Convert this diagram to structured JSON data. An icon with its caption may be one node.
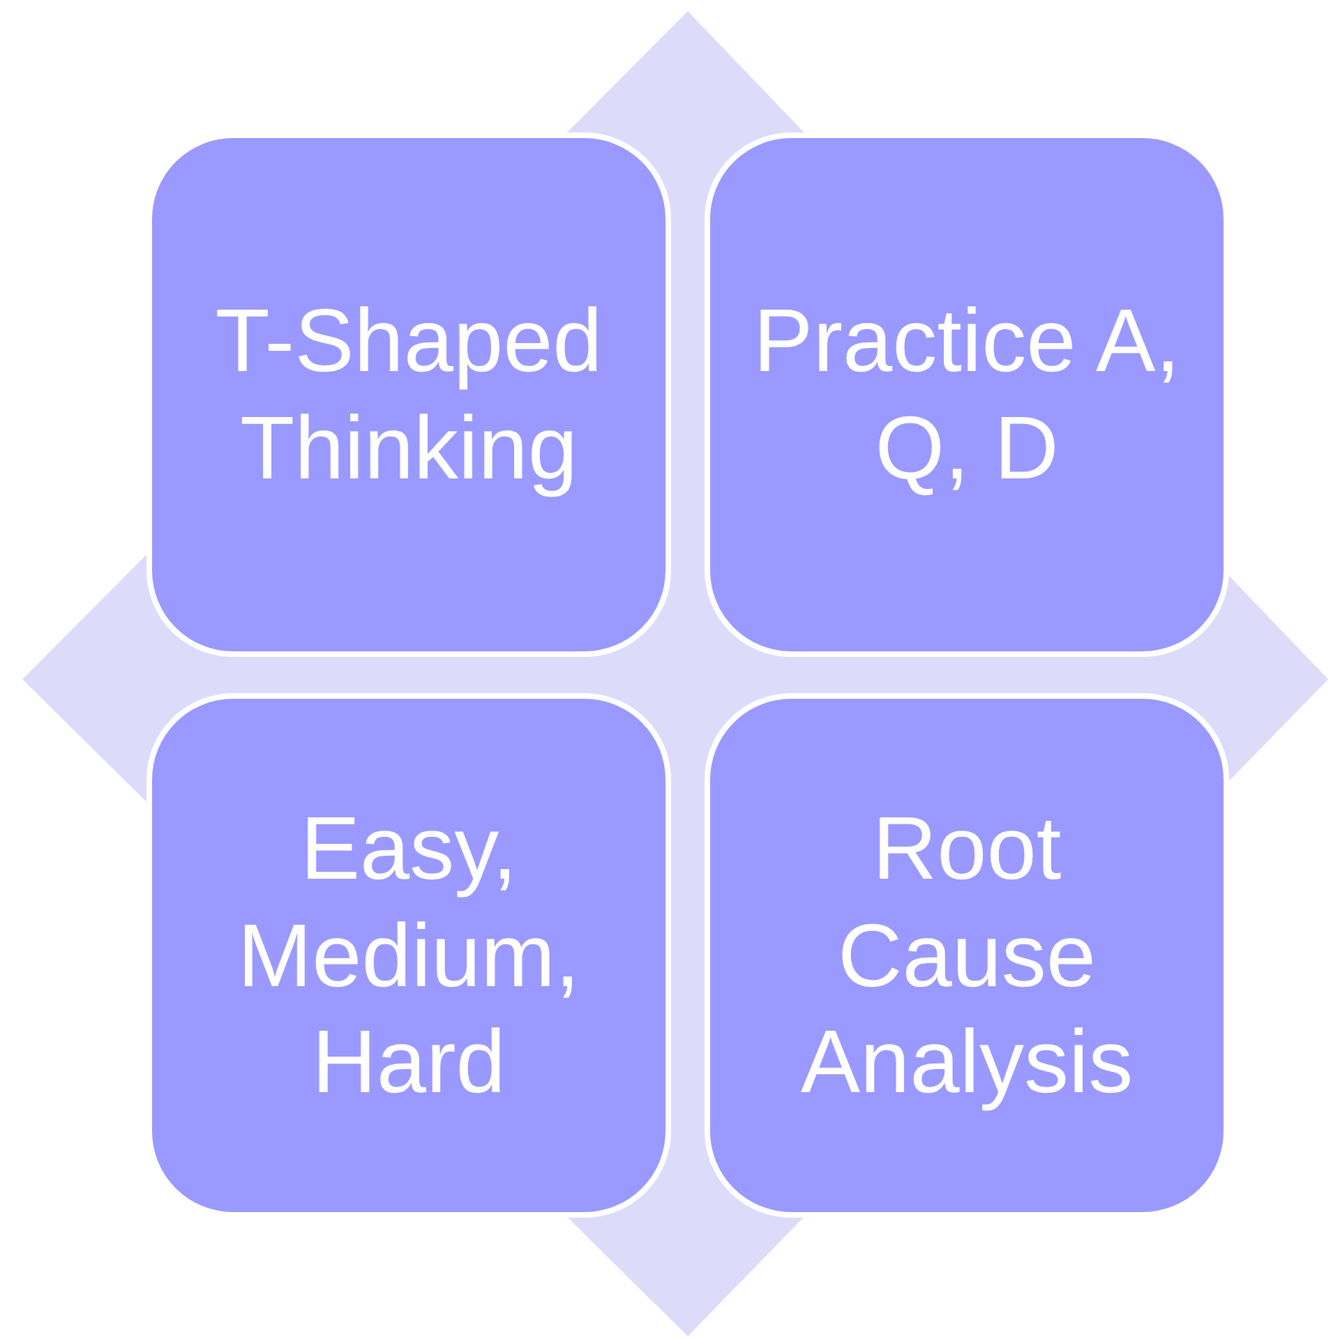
{
  "diagram": {
    "nodes": [
      {
        "text": [
          "T-Shaped Thinking"
        ]
      },
      {
        "text": [
          "Practice A, Q, D"
        ]
      },
      {
        "text": [
          "Easy, Medium, Hard"
        ]
      },
      {
        "text": [
          "Root Cause Analysis"
        ]
      }
    ],
    "edges": []
  }
}
